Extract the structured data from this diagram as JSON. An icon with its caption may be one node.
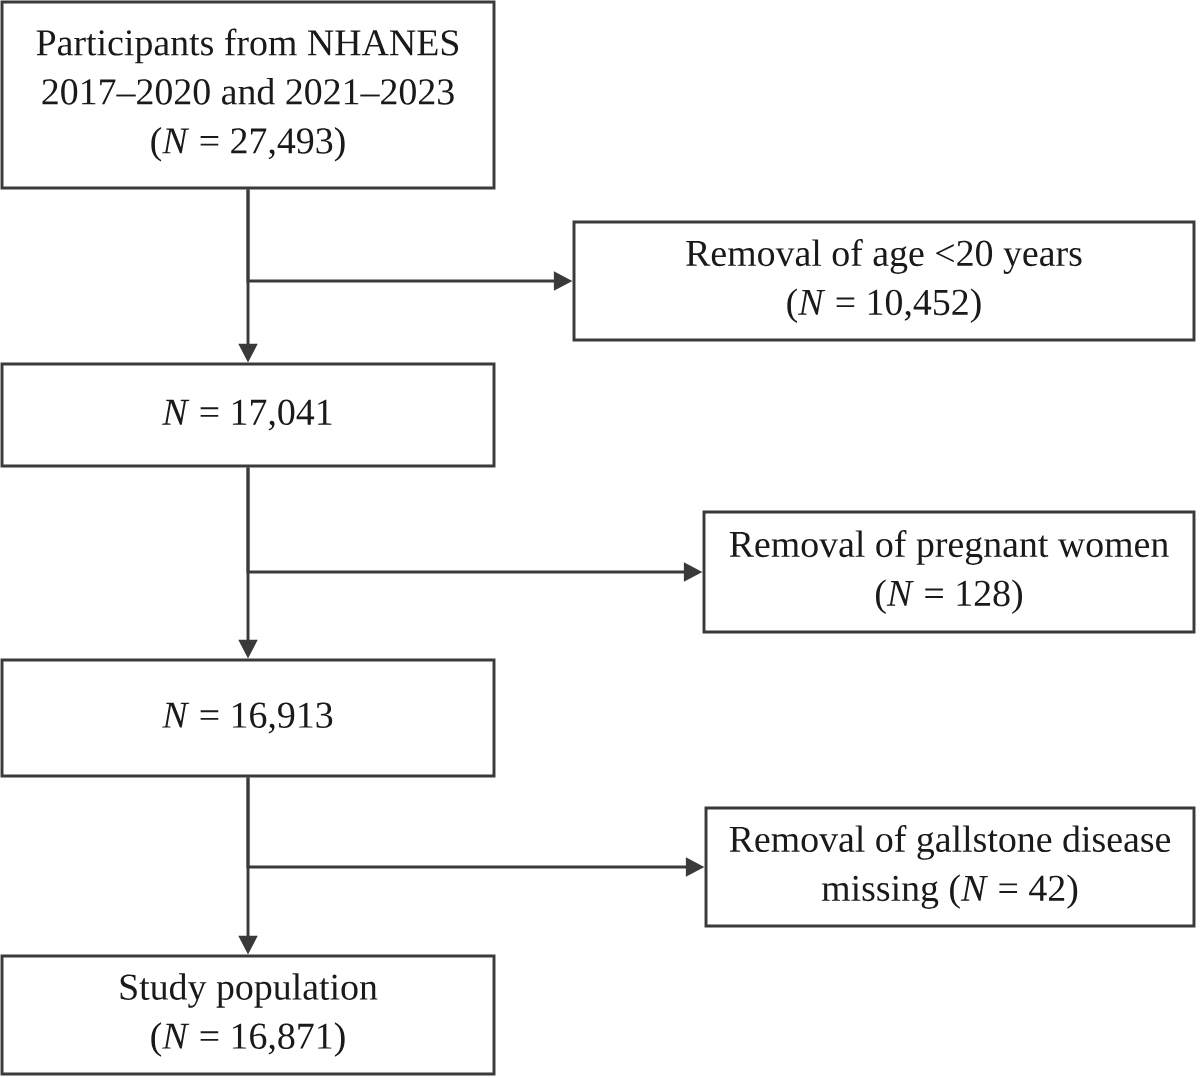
{
  "diagram": {
    "nodes": [
      {
        "text": [
          "Participants from NHANES 2017–2020 and 2021–2023 (*N* = 27,493)"
        ]
      },
      {
        "text": [
          "Removal of age <20 years (*N* = 10,452)"
        ]
      },
      {
        "text": [
          "*N* = 17,041"
        ]
      },
      {
        "text": [
          "Removal of pregnant women (*N* = 128)"
        ]
      },
      {
        "text": [
          "*N* = 16,913"
        ]
      },
      {
        "text": [
          "Removal of gallstone disease missing (*N* = 42)"
        ]
      },
      {
        "text": [
          "Study population (*N* = 16,871)"
        ]
      }
    ],
    "edges": [
      {
        "from": 0,
        "to": 1,
        "arrow": "to"
      },
      {
        "from": 0,
        "to": 2,
        "arrow": "to"
      },
      {
        "from": 2,
        "to": 3,
        "arrow": "to"
      },
      {
        "from": 2,
        "to": 4,
        "arrow": "to"
      },
      {
        "from": 4,
        "to": 5,
        "arrow": "to"
      },
      {
        "from": 4,
        "to": 6,
        "arrow": "to"
      }
    ]
  }
}
